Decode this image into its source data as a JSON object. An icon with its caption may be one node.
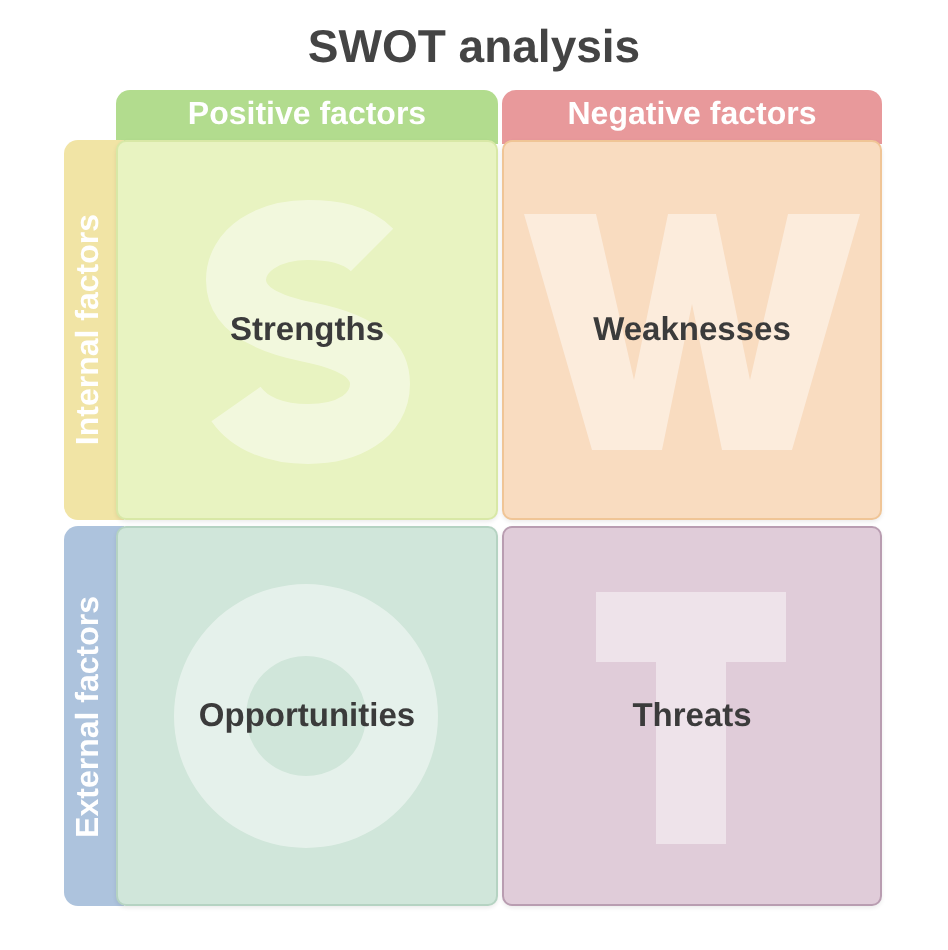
{
  "diagram": {
    "title": "SWOT analysis",
    "nodes": [
      {
        "text": [
          "Positive factors"
        ]
      },
      {
        "text": [
          "Negative factors"
        ]
      },
      {
        "text": [
          "Internal factors"
        ]
      },
      {
        "text": [
          "Strengths"
        ]
      },
      {
        "text": [
          "Weaknesses"
        ]
      },
      {
        "text": [
          "External factors"
        ]
      },
      {
        "text": [
          "Opportunities"
        ]
      },
      {
        "text": [
          "Threats"
        ]
      }
    ]
  }
}
